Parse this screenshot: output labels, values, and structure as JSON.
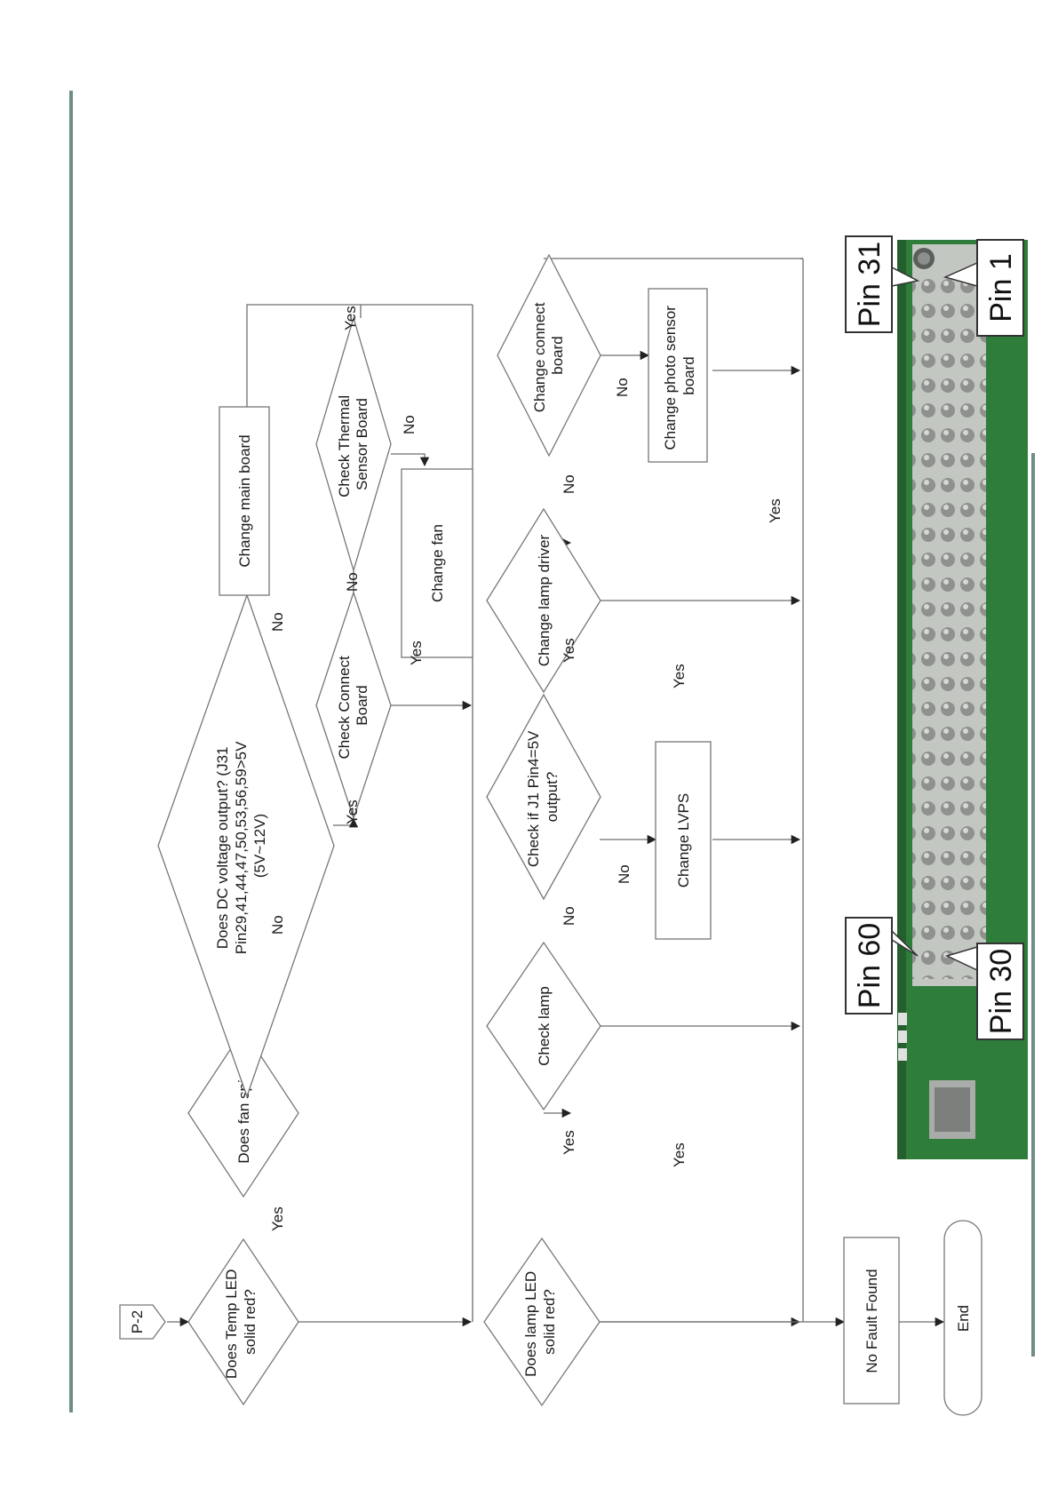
{
  "flowchart": {
    "start_label": "P-2",
    "nodes": {
      "temp_led": [
        "Does Temp LED",
        "solid red?"
      ],
      "fan_spin": [
        "Does fan spin?"
      ],
      "dc_voltage": [
        "Does DC voltage output? (J31",
        "Pin29,41,44,47,50,53,56,59>5V",
        "(5V~12V)"
      ],
      "change_main_board": [
        "Change main board"
      ],
      "check_connect_board": [
        "Check Connect",
        "Board"
      ],
      "check_thermal": [
        "Check Thermal",
        "Sensor Board"
      ],
      "change_fan": [
        "Change fan"
      ],
      "lamp_led": [
        "Does lamp LED",
        "solid red?"
      ],
      "check_lamp": [
        "Check lamp"
      ],
      "check_j1": [
        "Check if J1 Pin4=5V",
        "output?"
      ],
      "change_lvps": [
        "Change LVPS"
      ],
      "change_lamp_driver": [
        "Change lamp driver"
      ],
      "change_connect_board": [
        "Change connect",
        "board"
      ],
      "change_photo_sensor": [
        "Change photo sensor",
        "board"
      ],
      "no_fault": [
        "No Fault Found"
      ],
      "end": [
        "End"
      ]
    },
    "edges": {
      "yes": "Yes",
      "no": "No"
    }
  },
  "connector_photo": {
    "pin_labels": [
      "Pin 31",
      "Pin 1",
      "Pin 60",
      "Pin 30"
    ],
    "colors": {
      "pcb": "#2f7d3a",
      "header": "#bfc3bd",
      "pin": "#8c8f8c"
    }
  },
  "page": {
    "border_color": "#6f8f86"
  }
}
